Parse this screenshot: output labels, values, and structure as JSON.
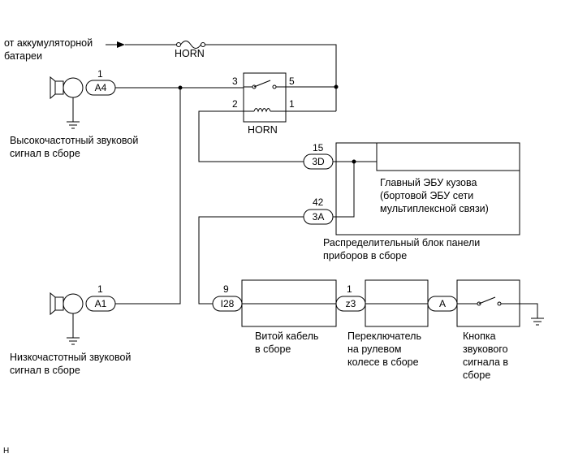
{
  "battery_label_line1": "от аккумуляторной",
  "battery_label_line2": "батареи",
  "fuse_label": "HORN",
  "relay": {
    "label": "HORN",
    "pin_3": "3",
    "pin_5": "5",
    "pin_2": "2",
    "pin_1": "1"
  },
  "high_horn": {
    "pin": "1",
    "connector": "A4",
    "label_line1": "Высокочастотный звуковой",
    "label_line2": "сигнал в сборе"
  },
  "low_horn": {
    "pin": "1",
    "connector": "A1",
    "label_line1": "Низкочастотный звуковой",
    "label_line2": "сигнал в сборе"
  },
  "body_ecu": {
    "pin_top": "15",
    "connector_top": "3D",
    "pin_bottom": "42",
    "connector_bottom": "3A",
    "label_line1": "Главный ЭБУ кузова",
    "label_line2": "(бортовой ЭБУ сети",
    "label_line3": "мультиплексной связи)",
    "junction_line1": "Распределительный блок панели",
    "junction_line2": "приборов в сборе"
  },
  "spiral_cable": {
    "pin": "9",
    "connector": "I28",
    "label_line1": "Витой кабель",
    "label_line2": "в сборе"
  },
  "steering_switch": {
    "pin": "1",
    "connector": "z3",
    "label_line1": "Переключатель",
    "label_line2": "на рулевом",
    "label_line3": "колесе в сборе"
  },
  "horn_button": {
    "connector": "A",
    "label_line1": "Кнопка",
    "label_line2": "звукового",
    "label_line3": "сигнала в",
    "label_line4": "сборе"
  },
  "corner_mark": "H"
}
